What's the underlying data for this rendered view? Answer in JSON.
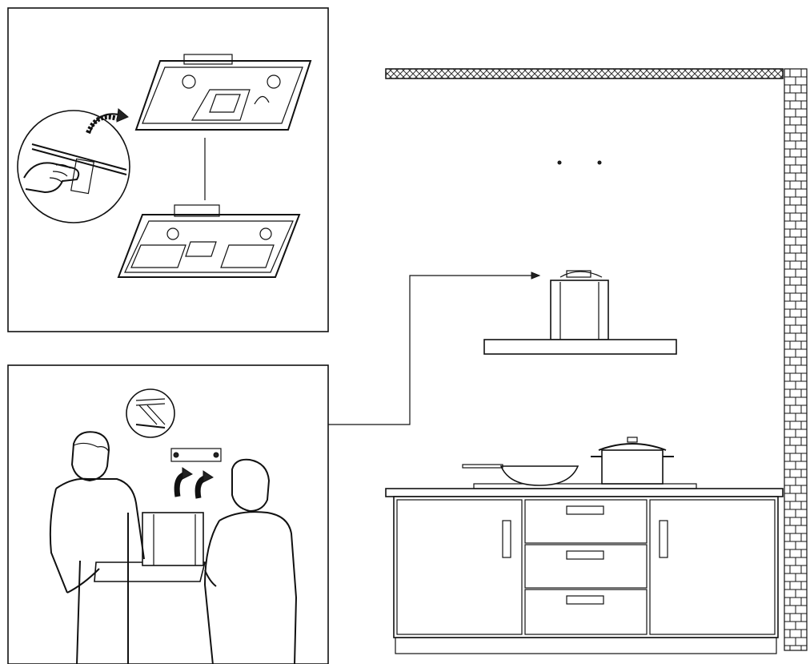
{
  "figure": {
    "panels": [
      "filter-removal-panel",
      "team-lift-panel",
      "kitchen-install-scene"
    ],
    "colors": {
      "line": "#111111",
      "background": "#ffffff",
      "wall_hatch": "#333333"
    }
  }
}
